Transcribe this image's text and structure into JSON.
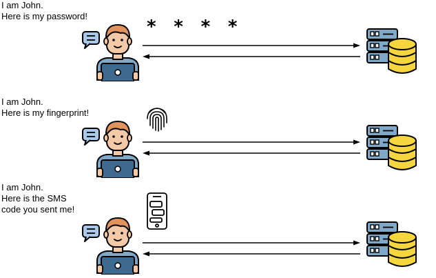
{
  "scenarios": [
    {
      "caption": "I am John.\nHere is my password!",
      "credential_type": "password",
      "password_mask": "* * * *",
      "person_icon": "person-with-laptop-icon",
      "speech_icon": "speech-bubble-icon",
      "server_icon": "server-database-icon"
    },
    {
      "caption": "I am John.\nHere is my fingerprint!",
      "credential_type": "fingerprint",
      "credential_icon": "fingerprint-icon",
      "person_icon": "person-with-laptop-icon",
      "speech_icon": "speech-bubble-icon",
      "server_icon": "server-database-icon"
    },
    {
      "caption": "I am John.\nHere is the SMS\ncode you sent me!",
      "credential_type": "sms",
      "credential_icon": "smartphone-sms-icon",
      "person_icon": "person-with-laptop-icon",
      "speech_icon": "speech-bubble-icon",
      "server_icon": "server-database-icon"
    }
  ],
  "colors": {
    "skin": "#f4c9a7",
    "hair": "#e0935e",
    "shirt": "#7fa8c9",
    "laptop": "#3f6a8f",
    "speech": "#a9c9e8",
    "server": "#7fa8c9",
    "database": "#f5d63f",
    "outline": "#000000"
  }
}
